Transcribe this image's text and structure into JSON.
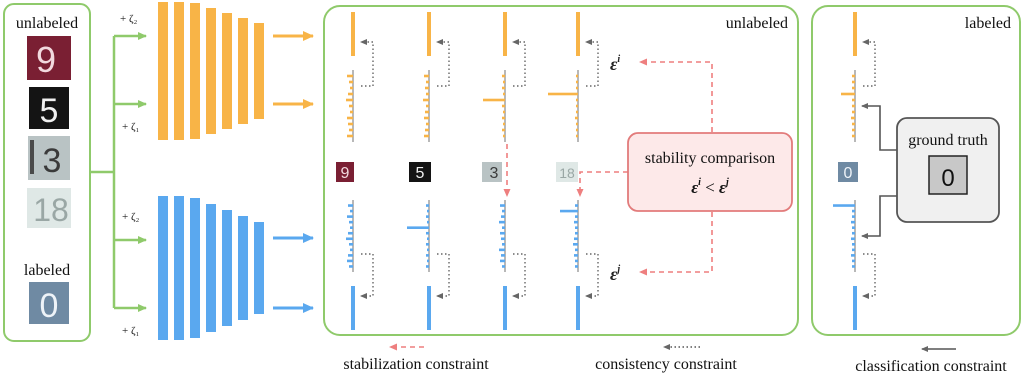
{
  "input_panel": {
    "unlabeled_label": "unlabeled",
    "labeled_label": "labeled",
    "samples": [
      {
        "text": "9",
        "bg": "#7a1f33",
        "fg": "#f2d9de"
      },
      {
        "text": "5",
        "bg": "#141414",
        "fg": "#f0f0f0"
      },
      {
        "text": "3",
        "bg": "#b9c3c4",
        "fg": "#3a3a3a"
      },
      {
        "text": "18",
        "bg": "#dfe8e6",
        "fg": "#9aa7a5"
      }
    ],
    "labeled_sample": {
      "text": "0",
      "bg": "#6f8aa3",
      "fg": "#eef3f8"
    }
  },
  "noise": {
    "top_zeta2": "+ ζ₂",
    "top_zeta1": "+ ζ₁",
    "bottom_zeta2": "+ ζ₂",
    "bottom_zeta1": "+ ζ₁"
  },
  "middle_panel": {
    "title": "unlabeled",
    "epsilon_i": "ε",
    "epsilon_i_sup": "i",
    "epsilon_j": "ε",
    "epsilon_j_sup": "j"
  },
  "stability_box": {
    "title": "stability comparison",
    "formula_left": "ε",
    "formula_left_sup": "i",
    "formula_op": " < ",
    "formula_right": "ε",
    "formula_right_sup": "j"
  },
  "right_panel": {
    "title": "labeled",
    "ground_truth_title": "ground truth",
    "ground_truth_value": "0"
  },
  "legend": {
    "stabilization": "stabilization constraint",
    "consistency": "consistency constraint",
    "classification": "classification constraint"
  },
  "colors": {
    "green": "#8fca6b",
    "orange": "#f8b447",
    "blue": "#5aa8ef",
    "red_dash": "#ee7f7f",
    "gray": "#555555",
    "box_red_border": "#e27b7b",
    "box_red_fill": "#fde9e9"
  }
}
